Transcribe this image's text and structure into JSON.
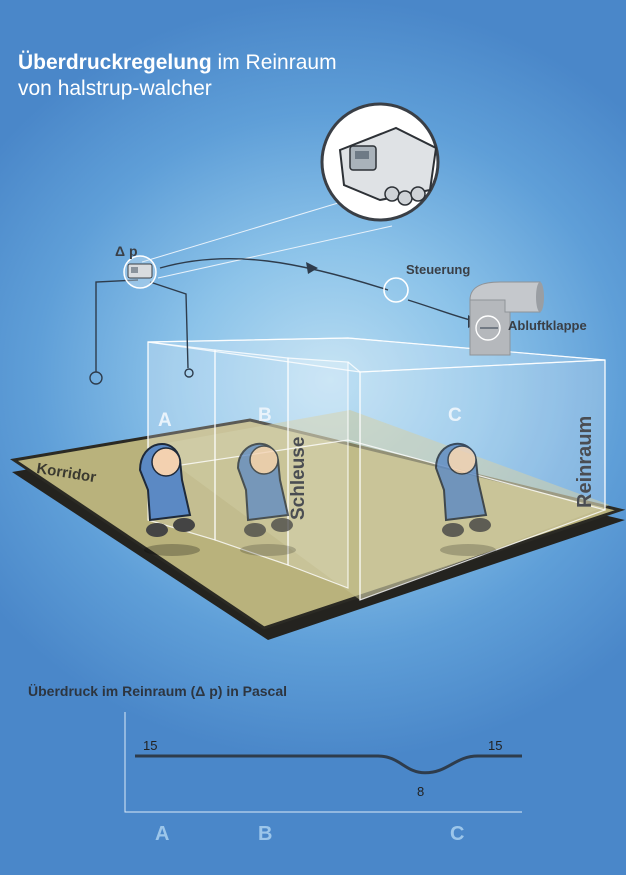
{
  "header": {
    "title_bold": "Überdruckregelung",
    "title_rest": " im Reinraum",
    "subtitle": "von halstrup-walcher"
  },
  "diagram": {
    "dp_symbol": "Δ p",
    "steuerung_label": "Steuerung",
    "abluftklappe_label": "Abluftklappe",
    "korridor_label": "Korridor",
    "schleuse_label": "Schleuse",
    "reinraum_label": "Reinraum",
    "zones": [
      "A",
      "B",
      "C"
    ],
    "device_icon": "pressure-controller-icon",
    "person_icon": "cleanroom-person-icon",
    "duct_icon": "exhaust-duct-icon"
  },
  "chart_data": {
    "type": "line",
    "title": "Überdruck im Reinraum (Δ p) in Pascal",
    "categories": [
      "A",
      "B",
      "C"
    ],
    "series": [
      {
        "values": [
          15,
          15,
          8,
          15
        ]
      }
    ],
    "annotations": [
      "15",
      "8",
      "15"
    ],
    "grid": false
  },
  "colors": {
    "floor": "#b7b07a",
    "floor_edge": "#2b2a24",
    "line": "#2e3c4c",
    "person": "#5b89c4"
  }
}
